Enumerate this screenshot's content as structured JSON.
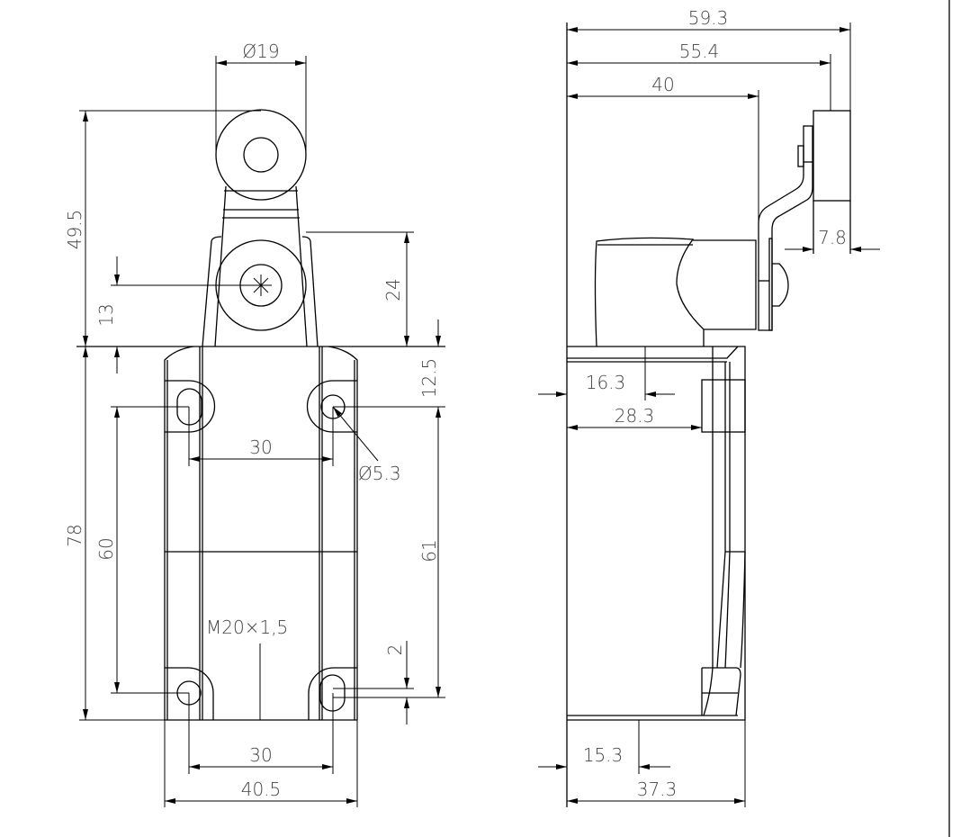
{
  "front_view": {
    "dims": {
      "roller_diameter": "Ø19",
      "lever_height": "49.5",
      "pivot_height": "13",
      "head_height": "24",
      "top_hole_offset": "12.5",
      "body_height": "78",
      "hole_spacing_vertical_left": "60",
      "hole_spacing_vertical_right": "61",
      "slot_length": "2",
      "hole_spacing_top": "30",
      "hole_diameter": "Ø5.3",
      "thread": "M20×1,5",
      "hole_spacing_bottom": "30",
      "body_width": "40.5"
    }
  },
  "side_view": {
    "dims": {
      "total_depth": "59.3",
      "roller_depth": "55.4",
      "lever_depth": "40",
      "roller_width": "7.8",
      "hole_depth": "16.3",
      "cover_depth": "28.3",
      "conduit_offset": "15.3",
      "body_depth": "37.3"
    }
  }
}
